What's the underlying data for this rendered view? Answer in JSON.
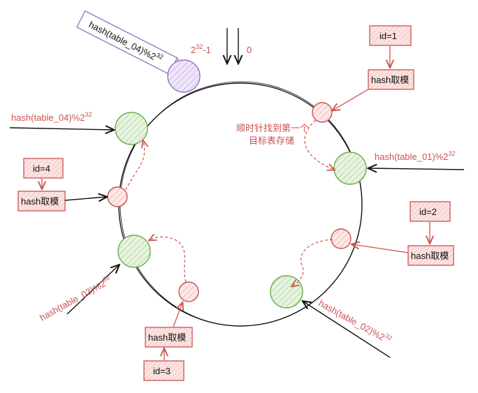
{
  "diagram": {
    "ring_top": {
      "left_label_base": "2",
      "left_label_sup": "32",
      "left_label_tail": "-1",
      "right_label": "0"
    },
    "boxes": {
      "id1": "id=1",
      "id2": "id=2",
      "id3": "id=3",
      "id4": "id=4",
      "hash_mod": "hash取模"
    },
    "table_labels": {
      "t01_base": "hash(table_01)%2",
      "t02_base": "hash(table_02)%2",
      "t03_base": "hash(table_03)%2",
      "t04_base": "hash(table_04)%2",
      "sup": "32"
    },
    "note": {
      "line1": "顺时针找到第一个",
      "line2": "目标表存储"
    },
    "colors": {
      "red": "#c9534f",
      "green": "#6aab4c",
      "purple": "#9673c5",
      "box_fill": "#f8d6d4"
    }
  }
}
